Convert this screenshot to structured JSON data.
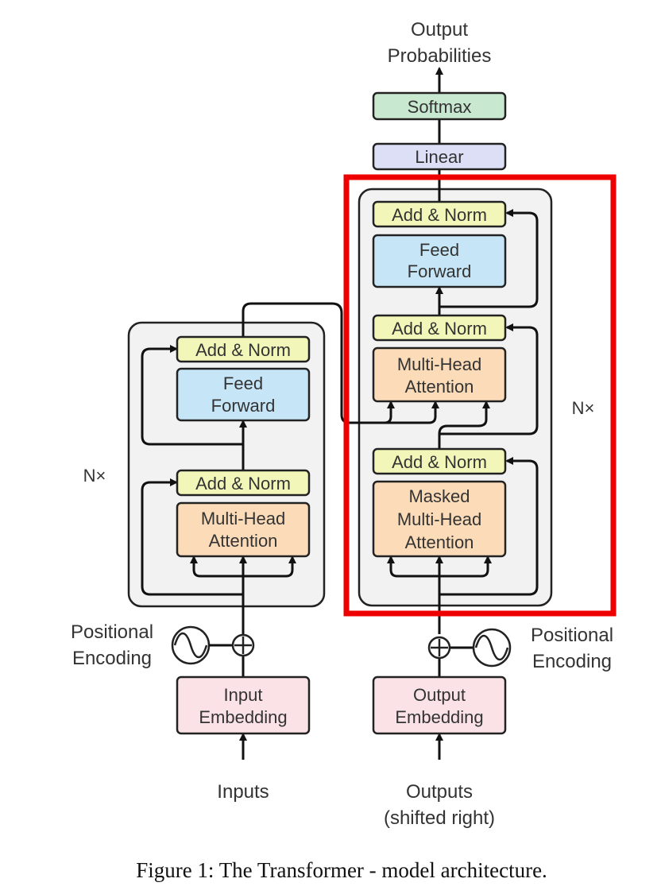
{
  "colors": {
    "add_norm": "#f3f6b9",
    "feed_forward": "#c6e6f7",
    "attention": "#fcdcb8",
    "embedding": "#fbe2e6",
    "linear": "#dcdff5",
    "softmax": "#c9e8d0",
    "panel": "#f2f2f2",
    "highlight": "#ee0000"
  },
  "top": {
    "output_probabilities_1": "Output",
    "output_probabilities_2": "Probabilities",
    "softmax": "Softmax",
    "linear": "Linear"
  },
  "encoder": {
    "repeat": "N×",
    "add_norm_top": "Add & Norm",
    "feed_forward_1": "Feed",
    "feed_forward_2": "Forward",
    "add_norm_bottom": "Add & Norm",
    "attention_1": "Multi-Head",
    "attention_2": "Attention",
    "positional_1": "Positional",
    "positional_2": "Encoding",
    "embedding_1": "Input",
    "embedding_2": "Embedding",
    "input_label": "Inputs"
  },
  "decoder": {
    "repeat": "N×",
    "add_norm_top": "Add & Norm",
    "feed_forward_1": "Feed",
    "feed_forward_2": "Forward",
    "add_norm_mid": "Add & Norm",
    "cross_attention_1": "Multi-Head",
    "cross_attention_2": "Attention",
    "add_norm_bottom": "Add & Norm",
    "masked_1": "Masked",
    "masked_2": "Multi-Head",
    "masked_3": "Attention",
    "positional_1": "Positional",
    "positional_2": "Encoding",
    "embedding_1": "Output",
    "embedding_2": "Embedding",
    "output_label_1": "Outputs",
    "output_label_2": "(shifted right)"
  },
  "caption": "Figure 1: The Transformer - model architecture."
}
